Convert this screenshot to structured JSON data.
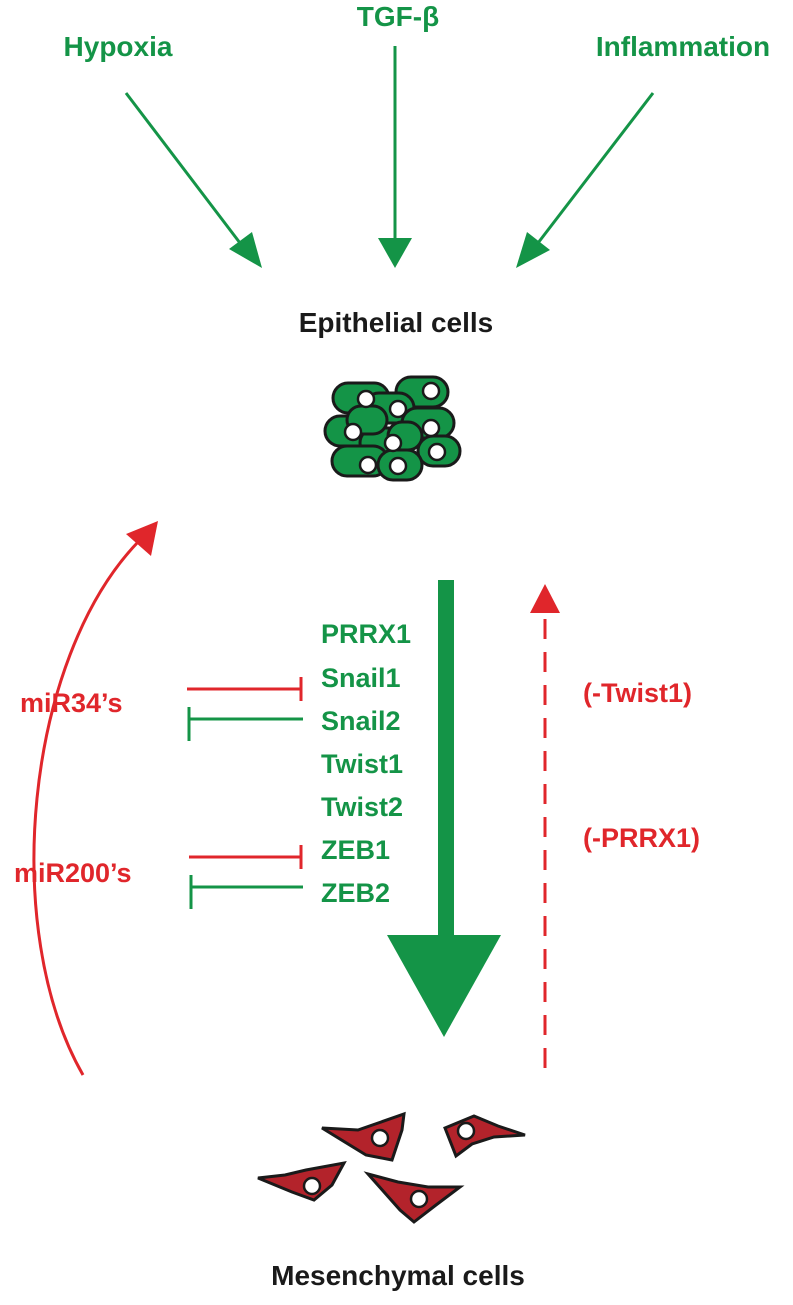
{
  "inducers": {
    "hypoxia": "Hypoxia",
    "tgf_beta": "TGF-β",
    "inflammation": "Inflammation"
  },
  "states": {
    "epithelial": "Epithelial cells",
    "mesenchymal": "Mesenchymal cells"
  },
  "transcription_factors": [
    "PRRX1",
    "Snail1",
    "Snail2",
    "Twist1",
    "Twist2",
    "ZEB1",
    "ZEB2"
  ],
  "micro_rnas": {
    "mir34": "miR34’s",
    "mir200": "miR200’s"
  },
  "reverse_conditions": {
    "twist1": "(-Twist1)",
    "prrx1": "(-PRRX1)"
  },
  "colors": {
    "green": "#149447",
    "red": "#e0262b",
    "mesenchymal_cell": "#b3232b",
    "outline": "#1a1a1a"
  }
}
